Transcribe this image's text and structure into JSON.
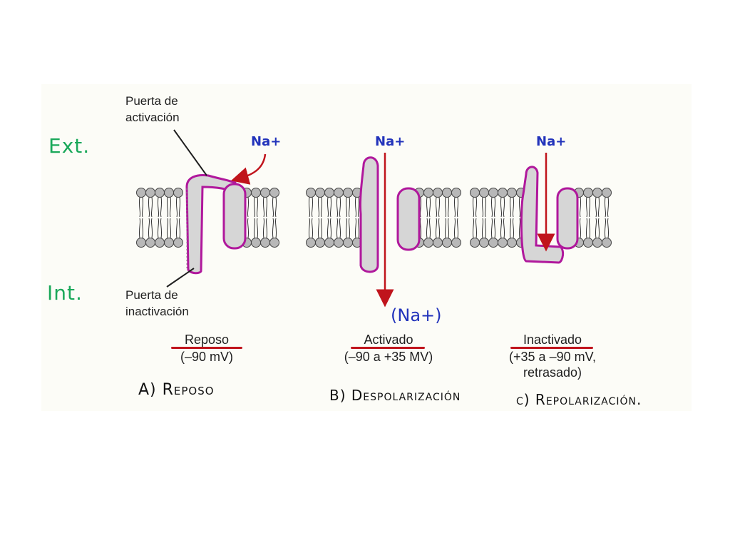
{
  "colors": {
    "handwriting_green": "#1aa85a",
    "ion_blue": "#2233bb",
    "arrow_red": "#c0141c",
    "protein_outline": "#b0189c",
    "protein_fill": "#d6d6d6",
    "lipid_head": "#b8b8b8",
    "text": "#1f1f1f"
  },
  "side_labels": {
    "exterior": "Ext.",
    "interior": "Int."
  },
  "gate_labels": {
    "activation": [
      "Puerta de",
      "activación"
    ],
    "inactivation": [
      "Puerta de",
      "inactivación"
    ]
  },
  "ion": {
    "label": "Na+",
    "inside_label": "(Na+)"
  },
  "panels": [
    {
      "state": "Reposo",
      "voltage": "(–90 mV)",
      "subtitle": "A) Reposo"
    },
    {
      "state": "Activado",
      "voltage": "(–90 a +35 MV)",
      "subtitle": "B) Despolarización"
    },
    {
      "state": "Inactivado",
      "voltage_lines": [
        "(+35 a –90 mV,",
        "retrasado)"
      ],
      "subtitle": "c) Repolarización."
    }
  ]
}
